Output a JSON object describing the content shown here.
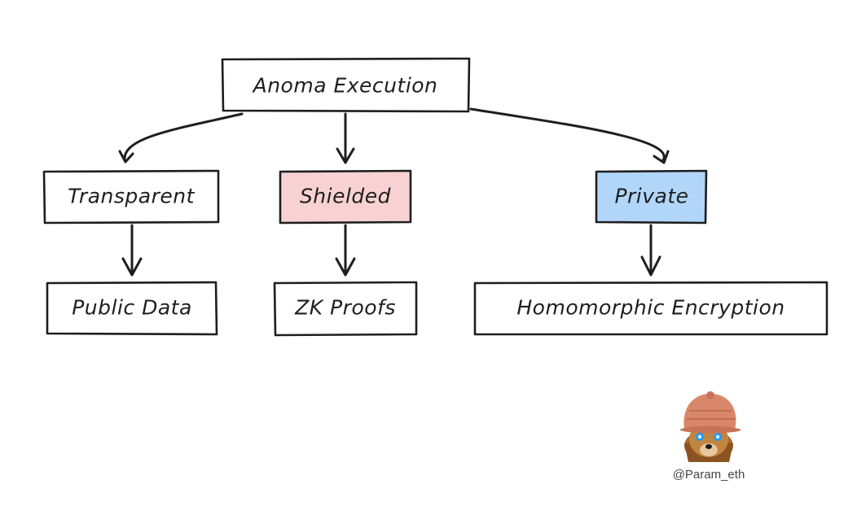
{
  "nodes": {
    "root": "Anoma Execution",
    "transparent": "Transparent",
    "shielded": "Shielded",
    "private": "Private",
    "public_data": "Public Data",
    "zk_proofs": "ZK Proofs",
    "homomorphic": "Homomorphic Encryption"
  },
  "colors": {
    "shielded_fill": "#f8d2d2",
    "private_fill": "#b1d6fa",
    "default_fill": "#ffffff",
    "stroke": "#1e1e1e"
  },
  "watermark": {
    "handle": "@Param_eth",
    "avatar": "dog-with-knit-hat-avatar"
  }
}
